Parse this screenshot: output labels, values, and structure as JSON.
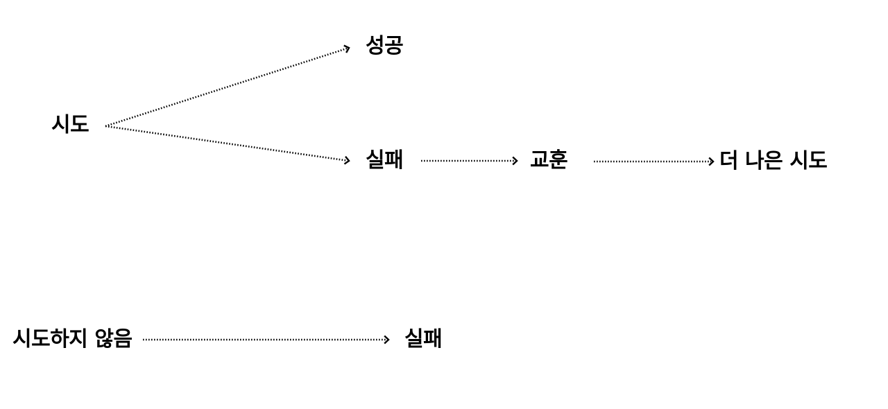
{
  "diagram": {
    "nodes": {
      "try": "시도",
      "success": "성공",
      "fail": "실패",
      "lesson": "교훈",
      "better_try": "더 나은 시도",
      "not_try": "시도하지 않음",
      "fail_2": "실패"
    },
    "edges": [
      {
        "from": "try",
        "to": "success"
      },
      {
        "from": "try",
        "to": "fail"
      },
      {
        "from": "fail",
        "to": "lesson"
      },
      {
        "from": "lesson",
        "to": "better_try"
      },
      {
        "from": "not_try",
        "to": "fail_2"
      }
    ],
    "style": {
      "line_color": "#000000",
      "line_style": "dotted",
      "arrow_head": "open-chevron"
    }
  }
}
